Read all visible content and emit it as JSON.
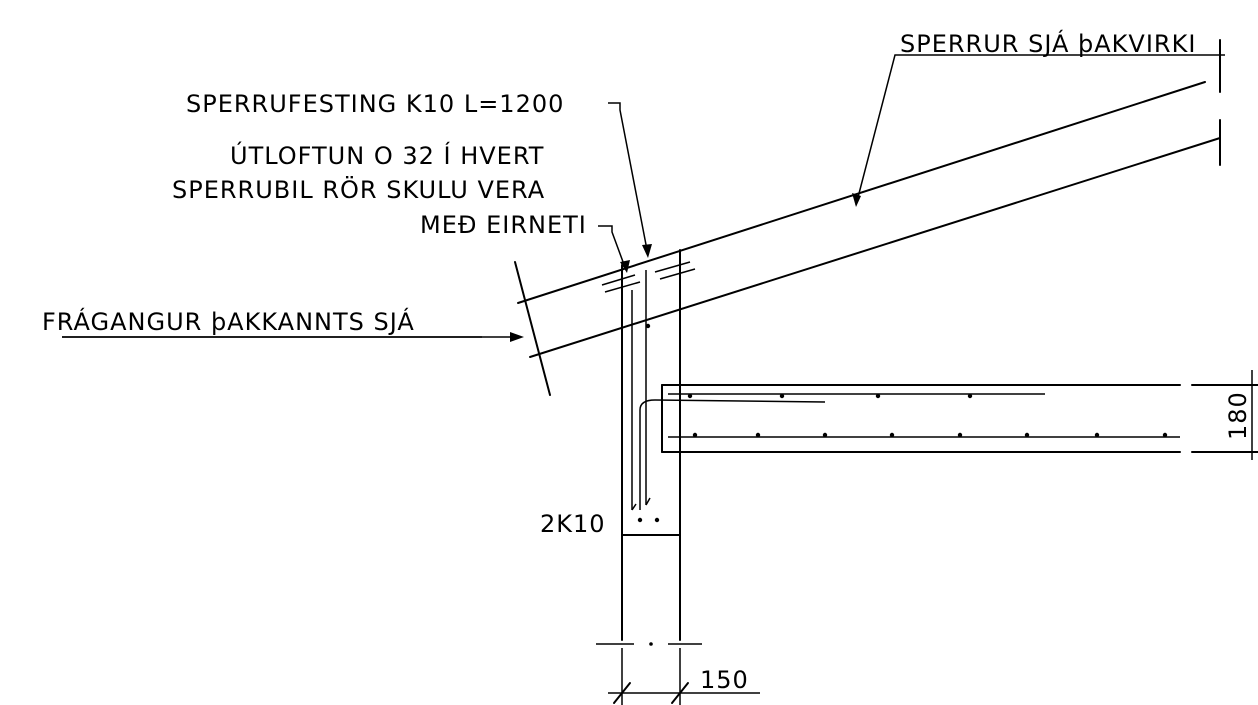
{
  "labels": {
    "sperrur": "SPERRUR SJÁ þAKVIRKI",
    "sperrufesting": "SPERRUFESTING K10 L=1200",
    "utloftun_1": "ÚTLOFTUN O 32 Í HVERT",
    "utloftun_2": "SPERRUBIL RÖR SKULU VERA",
    "utloftun_3": "MEÐ EIRNETI",
    "fragangur": "FRÁGANGUR þAKKANNTS SJÁ",
    "rebar": "2K10",
    "dim_wall": "150",
    "dim_slab": "180"
  }
}
